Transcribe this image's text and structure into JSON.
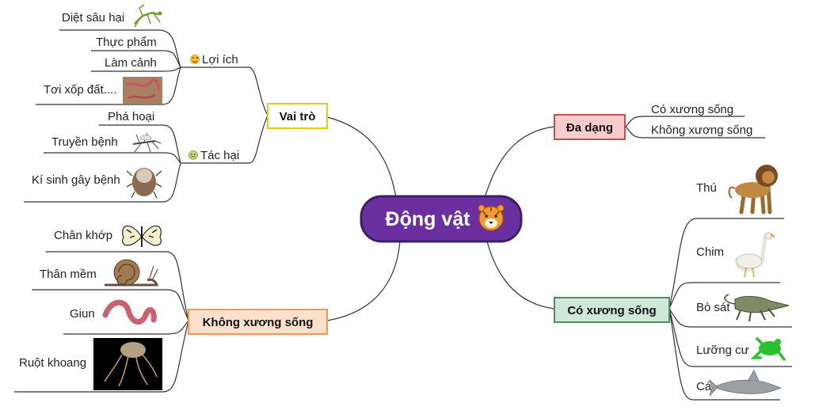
{
  "center": {
    "label": "Động vật",
    "icon": "tiger-face-icon"
  },
  "branches": {
    "vai_tro": {
      "label": "Vai trò",
      "loi_ich": {
        "label": "Lợi ích",
        "icon": "heart-eyes-emoji-icon",
        "items": [
          "Diệt sâu hại",
          "Thực phẩm",
          "Làm cảnh",
          "Tơi xốp đất...."
        ]
      },
      "tac_hai": {
        "label": "Tác hại",
        "icon": "sick-face-emoji-icon",
        "items": [
          "Phá hoại",
          "Truyền bệnh",
          "Kí sinh gây bệnh"
        ]
      }
    },
    "da_dang": {
      "label": "Đa dạng",
      "items": [
        "Có xương sống",
        "Không xương sống"
      ]
    },
    "khong_xuong_song": {
      "label": "Không xương sống",
      "items": [
        "Chân khớp",
        "Thân mềm",
        "Giun",
        "Ruột khoang"
      ]
    },
    "co_xuong_song": {
      "label": "Có xương sống",
      "items": [
        "Thú",
        "Chim",
        "Bò sát",
        "Lưỡng cư",
        "Cá"
      ]
    }
  },
  "colors": {
    "center_fill": "#6b2fa0",
    "vai_tro_border": "#f0c419",
    "da_dang_fill": "#f8cccc",
    "da_dang_border": "#c0504d",
    "khong_fill": "#fde0cc",
    "khong_border": "#f79646",
    "co_fill": "#cfe8d6",
    "co_border": "#4f8f5f"
  }
}
